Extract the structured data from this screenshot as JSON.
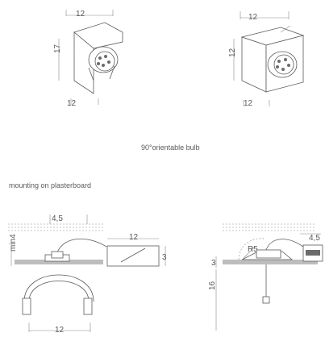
{
  "caption_bulb": "90°orientable bulb",
  "caption_mounting": "mounting on plasterboard",
  "fig_left": {
    "width_top": "12",
    "height": "17",
    "width_bottom": "12"
  },
  "fig_right": {
    "width_top": "12",
    "height": "12",
    "width_bottom": "12"
  },
  "mount_left": {
    "gap": "4,5",
    "min_depth": "min4",
    "box_width": "12",
    "box_height": "3",
    "base_width": "12"
  },
  "mount_right": {
    "gap": "4,5",
    "radius": "R5",
    "depth_top": "3",
    "depth": "16"
  }
}
